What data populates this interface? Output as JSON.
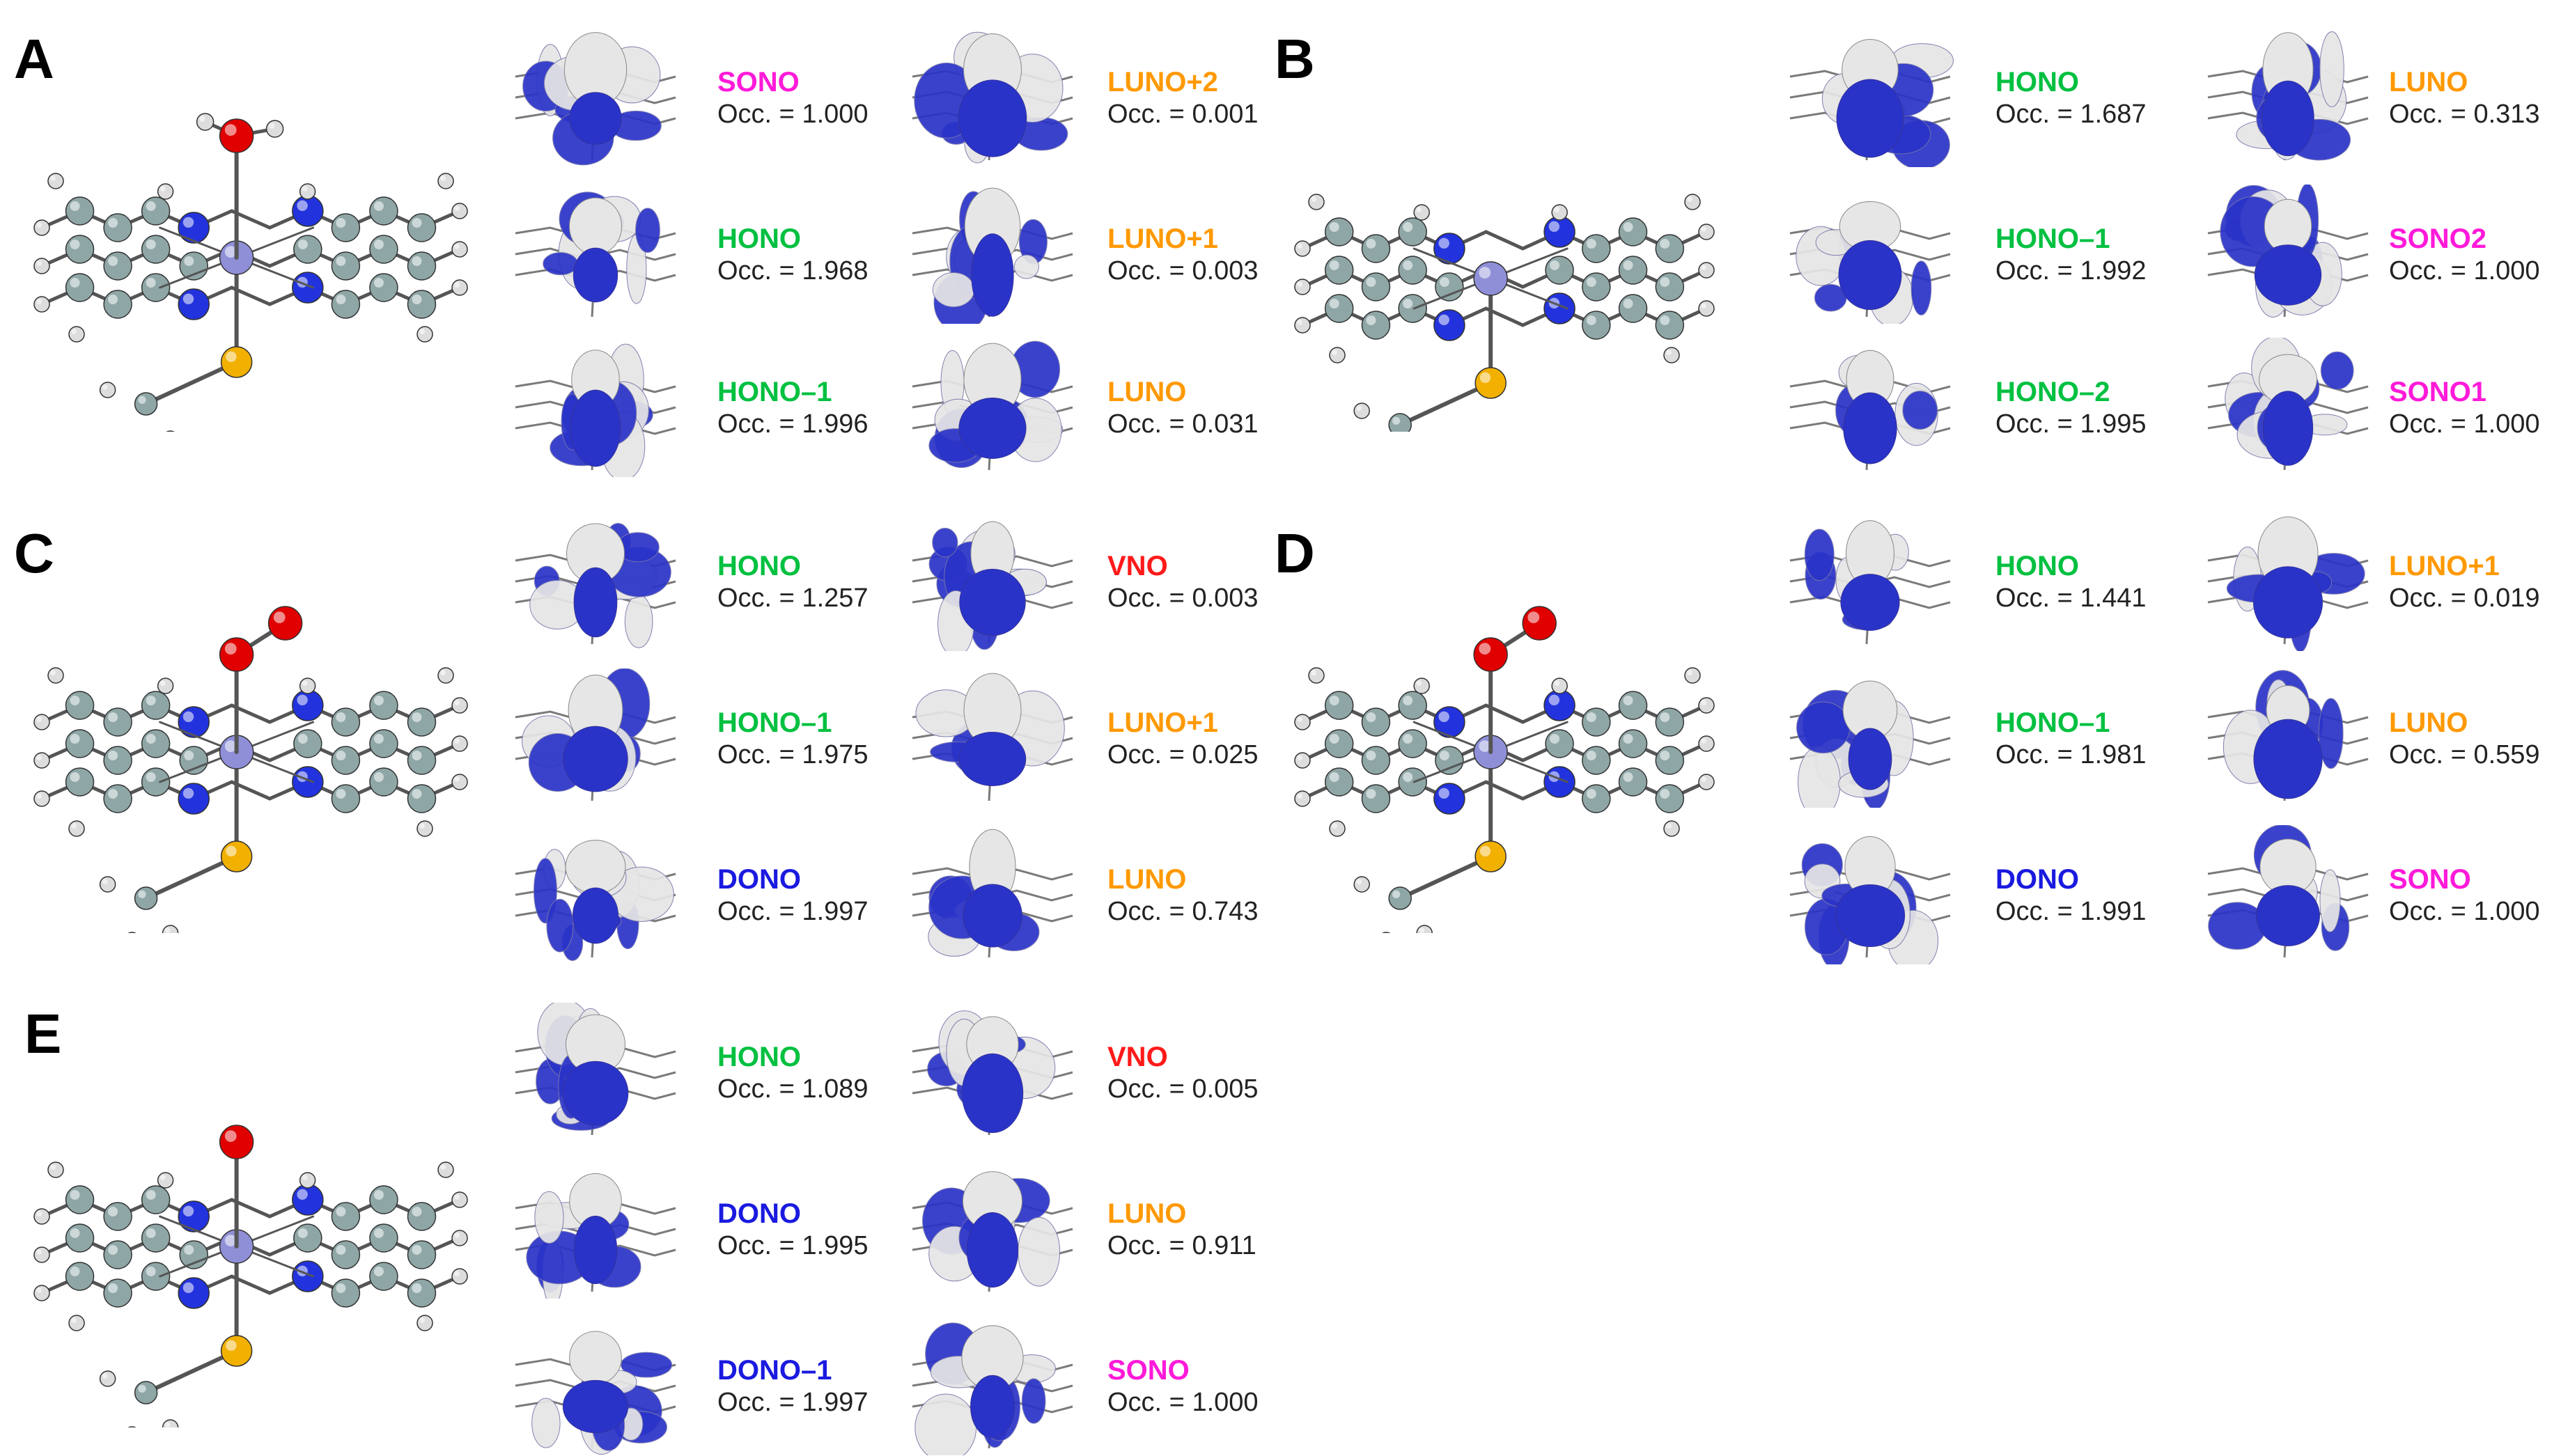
{
  "colors": {
    "HONO": "#00c040",
    "DONO": "#1a1ae0",
    "LUNO": "#ff9900",
    "SONO": "#ff1ad9",
    "VNO": "#ff1a1a",
    "lobe_blue": "#2a33c8",
    "lobe_white": "#e6e6e6",
    "carbon": "#8fa6a6",
    "nitrogen": "#2233dd",
    "metal": "#8f8fd8",
    "oxygen": "#e00000",
    "sulfur": "#f2b000",
    "hydrogen": "#dddddd"
  },
  "occ_prefix": "Occ. =",
  "panels": [
    {
      "letter": "A",
      "ligand": "OH2",
      "orbitals": [
        {
          "name": "SONO",
          "occ": "1.000",
          "kind": "SONO"
        },
        {
          "name": "HONO",
          "occ": "1.968",
          "kind": "HONO"
        },
        {
          "name": "HONO–1",
          "occ": "1.996",
          "kind": "HONO"
        },
        {
          "name": "LUNO+2",
          "occ": "0.001",
          "kind": "LUNO"
        },
        {
          "name": "LUNO+1",
          "occ": "0.003",
          "kind": "LUNO"
        },
        {
          "name": "LUNO",
          "occ": "0.031",
          "kind": "LUNO"
        }
      ]
    },
    {
      "letter": "B",
      "ligand": "none",
      "orbitals": [
        {
          "name": "HONO",
          "occ": "1.687",
          "kind": "HONO"
        },
        {
          "name": "HONO–1",
          "occ": "1.992",
          "kind": "HONO"
        },
        {
          "name": "HONO–2",
          "occ": "1.995",
          "kind": "HONO"
        },
        {
          "name": "LUNO",
          "occ": "0.313",
          "kind": "LUNO"
        },
        {
          "name": "SONO2",
          "occ": "1.000",
          "kind": "SONO"
        },
        {
          "name": "SONO1",
          "occ": "1.000",
          "kind": "SONO"
        }
      ]
    },
    {
      "letter": "C",
      "ligand": "OO",
      "orbitals": [
        {
          "name": "HONO",
          "occ": "1.257",
          "kind": "HONO"
        },
        {
          "name": "HONO–1",
          "occ": "1.975",
          "kind": "HONO"
        },
        {
          "name": "DONO",
          "occ": "1.997",
          "kind": "DONO"
        },
        {
          "name": "VNO",
          "occ": "0.003",
          "kind": "VNO"
        },
        {
          "name": "LUNO+1",
          "occ": "0.025",
          "kind": "LUNO"
        },
        {
          "name": "LUNO",
          "occ": "0.743",
          "kind": "LUNO"
        }
      ]
    },
    {
      "letter": "D",
      "ligand": "OO",
      "orbitals": [
        {
          "name": "HONO",
          "occ": "1.441",
          "kind": "HONO"
        },
        {
          "name": "HONO–1",
          "occ": "1.981",
          "kind": "HONO"
        },
        {
          "name": "DONO",
          "occ": "1.991",
          "kind": "DONO"
        },
        {
          "name": "LUNO+1",
          "occ": "0.019",
          "kind": "LUNO"
        },
        {
          "name": "LUNO",
          "occ": "0.559",
          "kind": "LUNO"
        },
        {
          "name": "SONO",
          "occ": "1.000",
          "kind": "SONO"
        }
      ]
    },
    {
      "letter": "E",
      "ligand": "O",
      "orbitals": [
        {
          "name": "HONO",
          "occ": "1.089",
          "kind": "HONO"
        },
        {
          "name": "DONO",
          "occ": "1.995",
          "kind": "DONO"
        },
        {
          "name": "DONO–1",
          "occ": "1.997",
          "kind": "DONO"
        },
        {
          "name": "VNO",
          "occ": "0.005",
          "kind": "VNO"
        },
        {
          "name": "LUNO",
          "occ": "0.911",
          "kind": "LUNO"
        },
        {
          "name": "SONO",
          "occ": "1.000",
          "kind": "SONO"
        }
      ]
    }
  ]
}
